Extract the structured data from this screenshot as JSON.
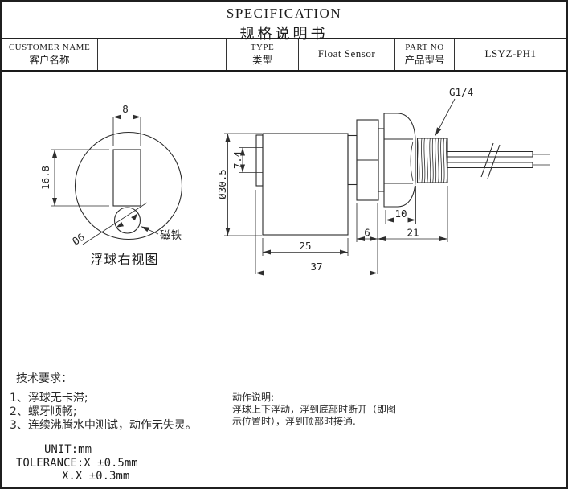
{
  "title": {
    "en": "SPECIFICATION",
    "zh": "规格说明书"
  },
  "info_bar": {
    "customer_label_en": "CUSTOMER NAME",
    "customer_label_zh": "客户名称",
    "customer_value": "",
    "type_label_en": "TYPE",
    "type_label_zh": "类型",
    "type_value": "Float Sensor",
    "part_label_en": "PART NO",
    "part_label_zh": "产品型号",
    "part_value": "LSYZ-PH1"
  },
  "float_view": {
    "caption": "浮球右视图",
    "magnet_label": "磁铁",
    "dim_slot_width": "8",
    "dim_slot_height": "16.8",
    "dim_magnet_dia": "Ø6"
  },
  "sensor_view": {
    "thread_spec": "G1/4",
    "dim_cap": "7.4",
    "dim_body_dia": "Ø30.5",
    "dim_body_len": "25",
    "dim_total_len": "37",
    "dim_flange": "6",
    "dim_nut": "10",
    "dim_thread_len": "21"
  },
  "tech_notes": {
    "heading": "技术要求：",
    "items": [
      "1、浮球无卡滞;",
      "2、螺牙顺畅;",
      "3、连续沸腾水中测试，动作无失灵。"
    ]
  },
  "action_notes": {
    "heading": "动作说明:",
    "line1": "浮球上下浮动，浮到底部时断开（即图",
    "line2": "示位置时），浮到顶部时接通."
  },
  "footer": {
    "unit": "UNIT:mm",
    "tolerance1": "TOLERANCE:X ±0.5mm",
    "tolerance2": "X.X ±0.3mm"
  }
}
